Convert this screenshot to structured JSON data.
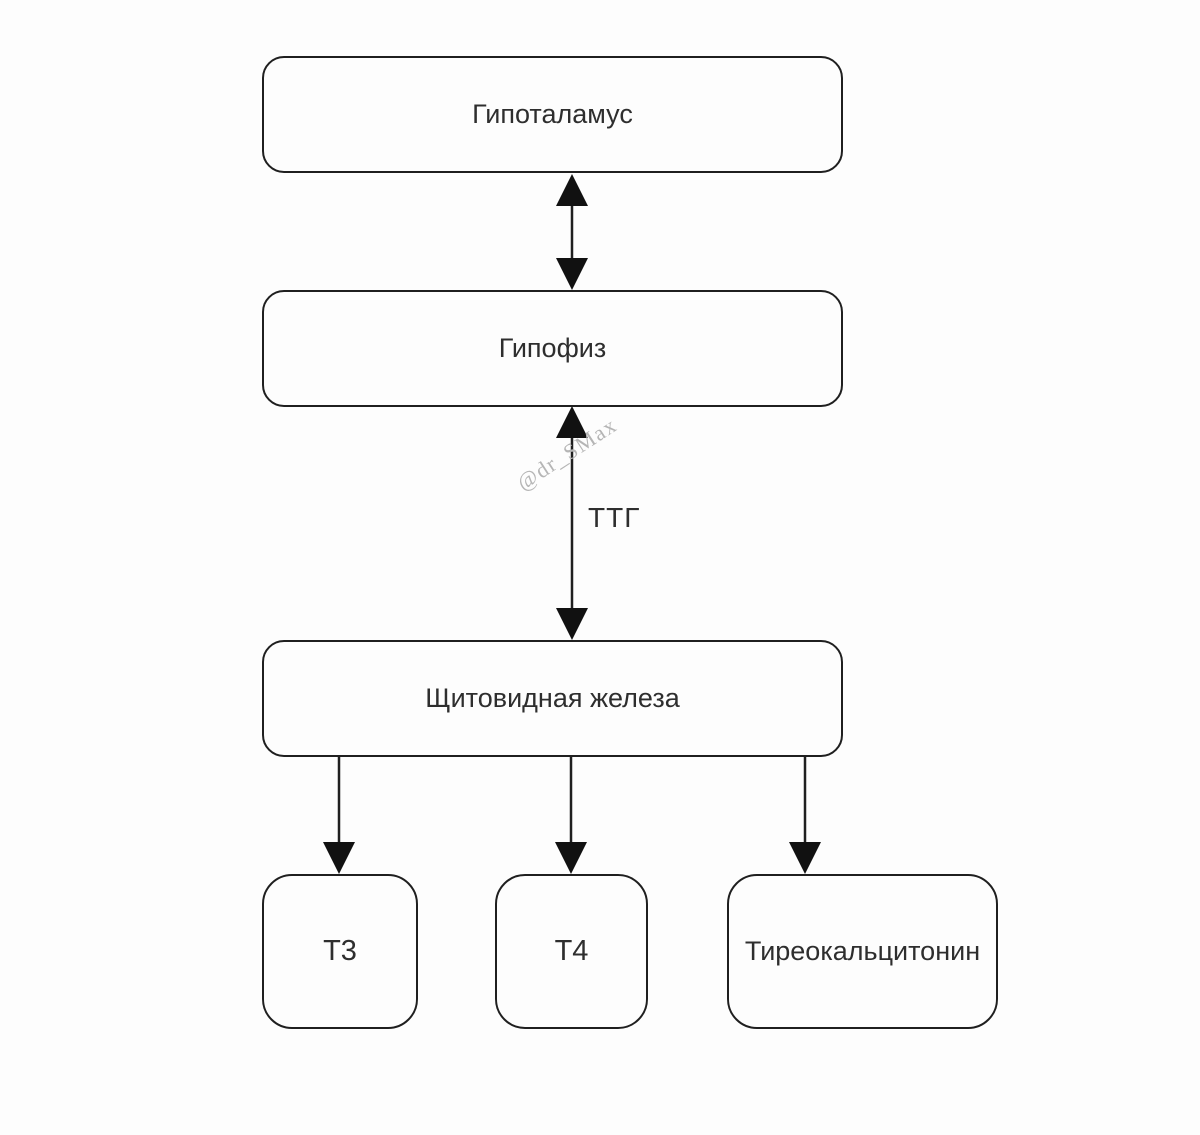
{
  "diagram": {
    "nodes": {
      "hypothalamus": {
        "label": "Гипоталамус"
      },
      "pituitary": {
        "label": "Гипофиз"
      },
      "thyroid": {
        "label": "Щитовидная железа"
      },
      "t3": {
        "label": "Т3"
      },
      "t4": {
        "label": "Т4"
      },
      "thyrocalcitonin": {
        "label": "Тиреокальцитонин"
      }
    },
    "edges": {
      "hypothalamus_pituitary": {
        "from": "Гипоталамус",
        "to": "Гипофиз",
        "direction": "bidirectional",
        "label": ""
      },
      "pituitary_thyroid": {
        "from": "Гипофиз",
        "to": "Щитовидная железа",
        "direction": "bidirectional",
        "label": "ТТГ"
      },
      "thyroid_t3": {
        "from": "Щитовидная железа",
        "to": "Т3",
        "direction": "down",
        "label": ""
      },
      "thyroid_t4": {
        "from": "Щитовидная железа",
        "to": "Т4",
        "direction": "down",
        "label": ""
      },
      "thyroid_thyrocalcitonin": {
        "from": "Щитовидная железа",
        "to": "Тиреокальцитонин",
        "direction": "down",
        "label": ""
      }
    },
    "watermark": "@dr_SMax",
    "colors": {
      "line": "#1f1f1f",
      "text": "#2e2e2e",
      "background": "#fdfdfd",
      "watermark": "#b5b5b5"
    }
  }
}
